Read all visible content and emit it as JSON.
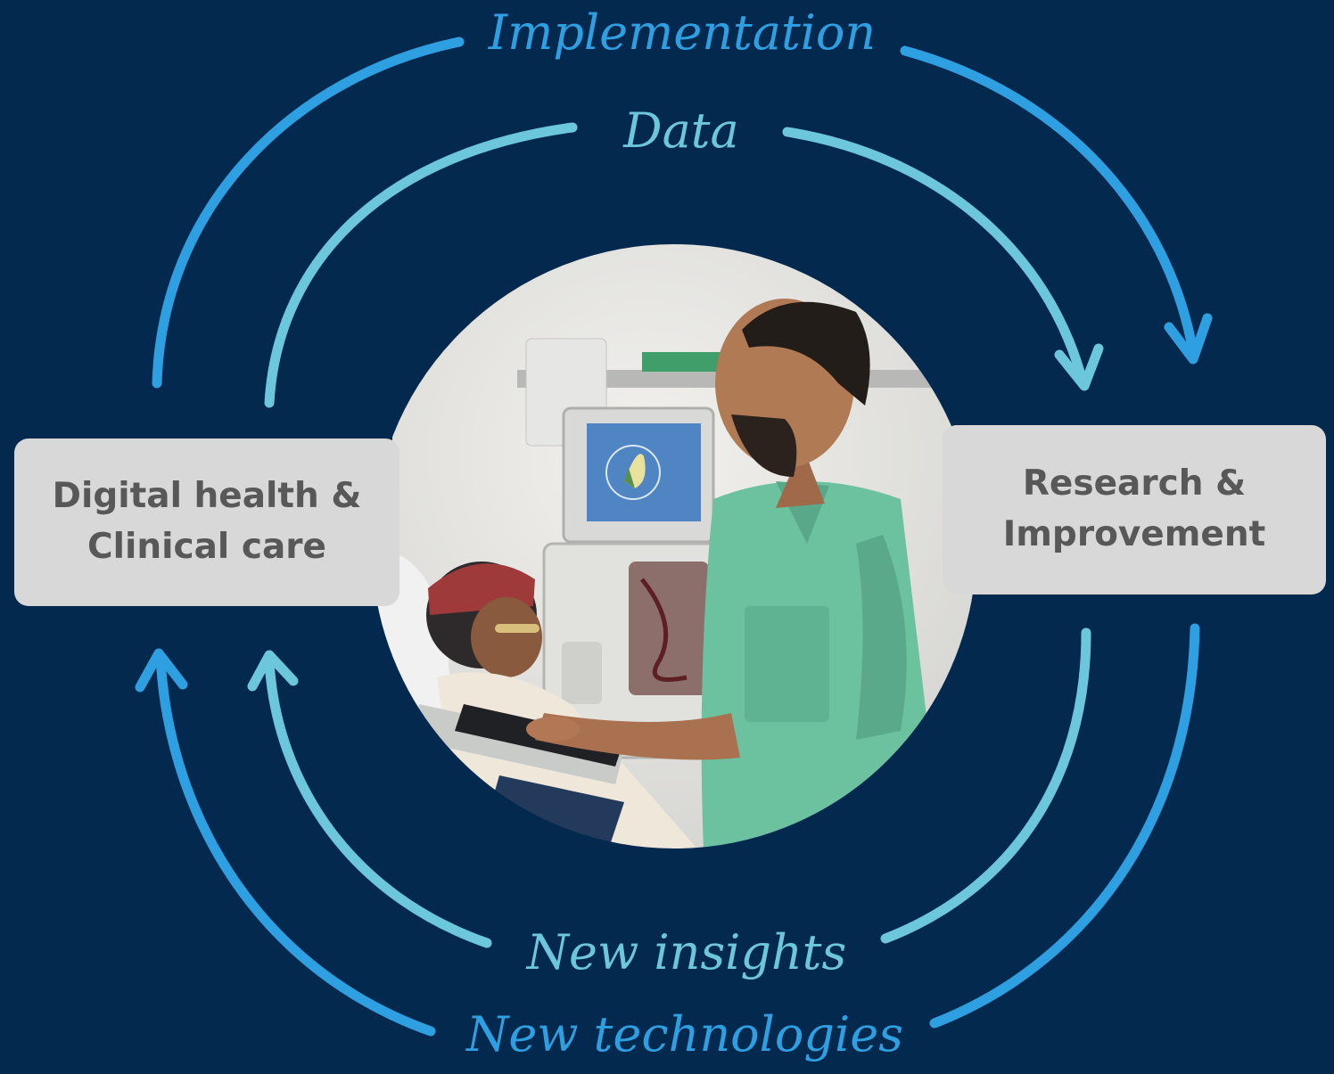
{
  "cycle": {
    "top_outer": "Implementation",
    "top_inner": "Data",
    "bottom_inner": "New insights",
    "bottom_outer": "New technologies"
  },
  "nodes": {
    "left": {
      "line1": "Digital health &",
      "line2": "Clinical care"
    },
    "right": {
      "line1": "Research &",
      "line2": "Improvement"
    }
  },
  "photo": {
    "description_icon": "clinician-at-keyboard-with-patient-photo"
  },
  "colors": {
    "background": "#04294f",
    "outer_arrow": "#2e9fe0",
    "inner_arrow": "#6cc7dc",
    "box_fill": "#d8d8d8",
    "box_text": "#585858"
  }
}
